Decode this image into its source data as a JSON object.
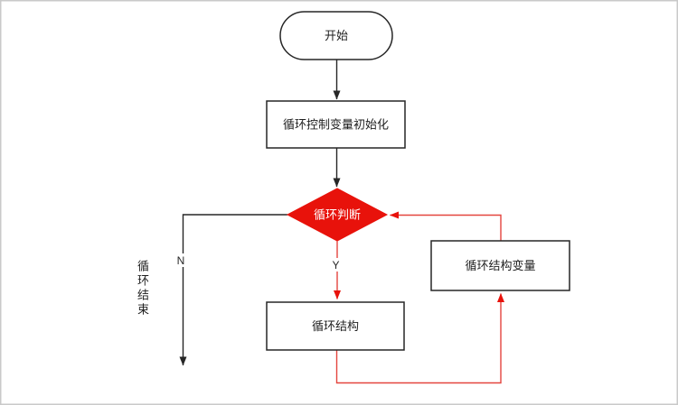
{
  "nodes": {
    "start": {
      "label": "开始",
      "shape": "terminator"
    },
    "init": {
      "label": "循环控制变量初始化",
      "shape": "process"
    },
    "decision": {
      "label": "循环判断",
      "shape": "decision"
    },
    "loop_body": {
      "label": "循环结构",
      "shape": "process"
    },
    "loop_var": {
      "label": "循环结构变量",
      "shape": "process"
    }
  },
  "branch_labels": {
    "no": "N",
    "yes": "Y"
  },
  "annotations": {
    "loop_end": "循环结束"
  },
  "edges": [
    {
      "from": "start",
      "to": "init",
      "color": "black"
    },
    {
      "from": "init",
      "to": "decision",
      "color": "black"
    },
    {
      "from": "decision",
      "to": "loop-end",
      "label": "N",
      "color": "black"
    },
    {
      "from": "decision",
      "to": "loop_body",
      "label": "Y",
      "color": "red"
    },
    {
      "from": "loop_body",
      "to": "loop_var",
      "color": "red"
    },
    {
      "from": "loop_var",
      "to": "decision",
      "color": "red"
    }
  ],
  "colors": {
    "decision_fill": "#e8120b",
    "red_line": "#e4453e",
    "black_line": "#262626",
    "node_border": "#262626",
    "node_fill": "#ffffff",
    "canvas_border": "#c9c9c9",
    "background": "#ffffff",
    "text": "#1f1f1f",
    "decision_text": "#ffffff"
  }
}
